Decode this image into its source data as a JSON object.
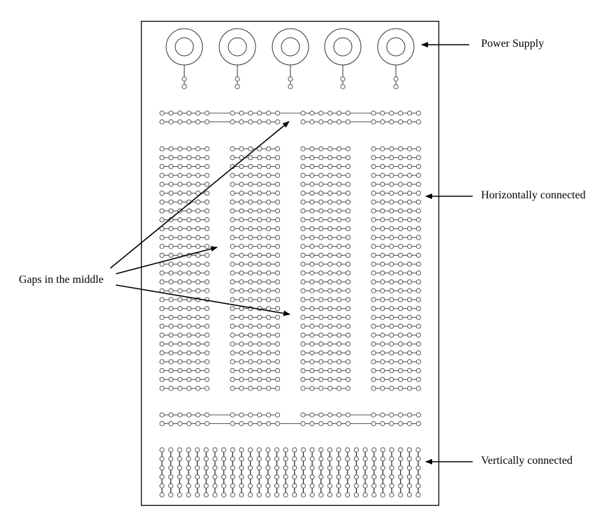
{
  "title": "Breadboard connection diagram",
  "labels": {
    "power_supply": "Power Supply",
    "horizontally_connected": "Horizontally connected",
    "vertically_connected": "Vertically connected",
    "gaps_in_the_middle": "Gaps in the middle"
  },
  "board": {
    "power_terminals": {
      "count": 5,
      "holes_per_terminal": 2
    },
    "top_rail": {
      "rows": 2,
      "groups": 4,
      "holes_per_group": 6,
      "group_links_per_row": [
        [
          true,
          true,
          true
        ],
        [
          true,
          false,
          true
        ]
      ]
    },
    "main_area": {
      "rows": 28,
      "groups": 4,
      "holes_per_group": 6,
      "connection": "horizontal"
    },
    "bottom_rail": {
      "rows": 2,
      "groups": 4,
      "holes_per_group": 6,
      "group_links_per_row": [
        [
          true,
          false,
          true
        ],
        [
          true,
          true,
          true
        ]
      ]
    },
    "vertical_strip": {
      "columns": 30,
      "holes_per_column": 6,
      "connection": "vertical"
    }
  },
  "colors": {
    "line": "#000000",
    "hole": "#555555",
    "background": "#ffffff"
  }
}
